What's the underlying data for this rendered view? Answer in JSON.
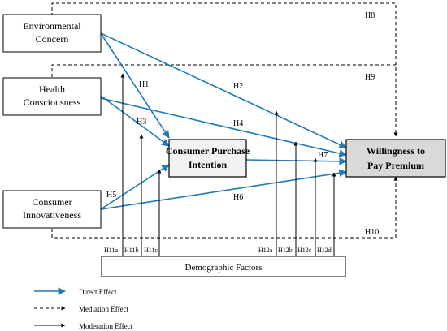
{
  "nodes": {
    "environmental_concern": [
      "Environmental",
      "Concern"
    ],
    "health_consciousness": [
      "Health",
      "Consciousness"
    ],
    "consumer_innovativeness": [
      "Consumer",
      "Innovativeness"
    ],
    "consumer_purchase_intention": [
      "Consumer Purchase",
      "Intention"
    ],
    "willingness_to_pay_premium": [
      "Willingness to",
      "Pay Premium"
    ],
    "demographic_factors": "Demographic Factors"
  },
  "hypotheses": {
    "h1": "H1",
    "h2": "H2",
    "h3": "H3",
    "h4": "H4",
    "h5": "H5",
    "h6": "H6",
    "h7": "H7",
    "h8": "H8",
    "h9": "H9",
    "h10": "H10"
  },
  "moderation_labels": {
    "h11a": "H11a",
    "h11b": "H11b",
    "h11c": "H11c",
    "h12a": "H12a",
    "h12b": "H12b",
    "h12c": "H12c",
    "h12d": "H12d"
  },
  "legend": {
    "direct": "Direct Effect",
    "mediation": "Mediation Effect",
    "moderation": "Moderation Effect"
  },
  "colors": {
    "direct_effect": "#1f7ab8",
    "mediation_effect": "#000000",
    "moderation_effect": "#000000",
    "outcome_fill": "#d9d9d9"
  }
}
